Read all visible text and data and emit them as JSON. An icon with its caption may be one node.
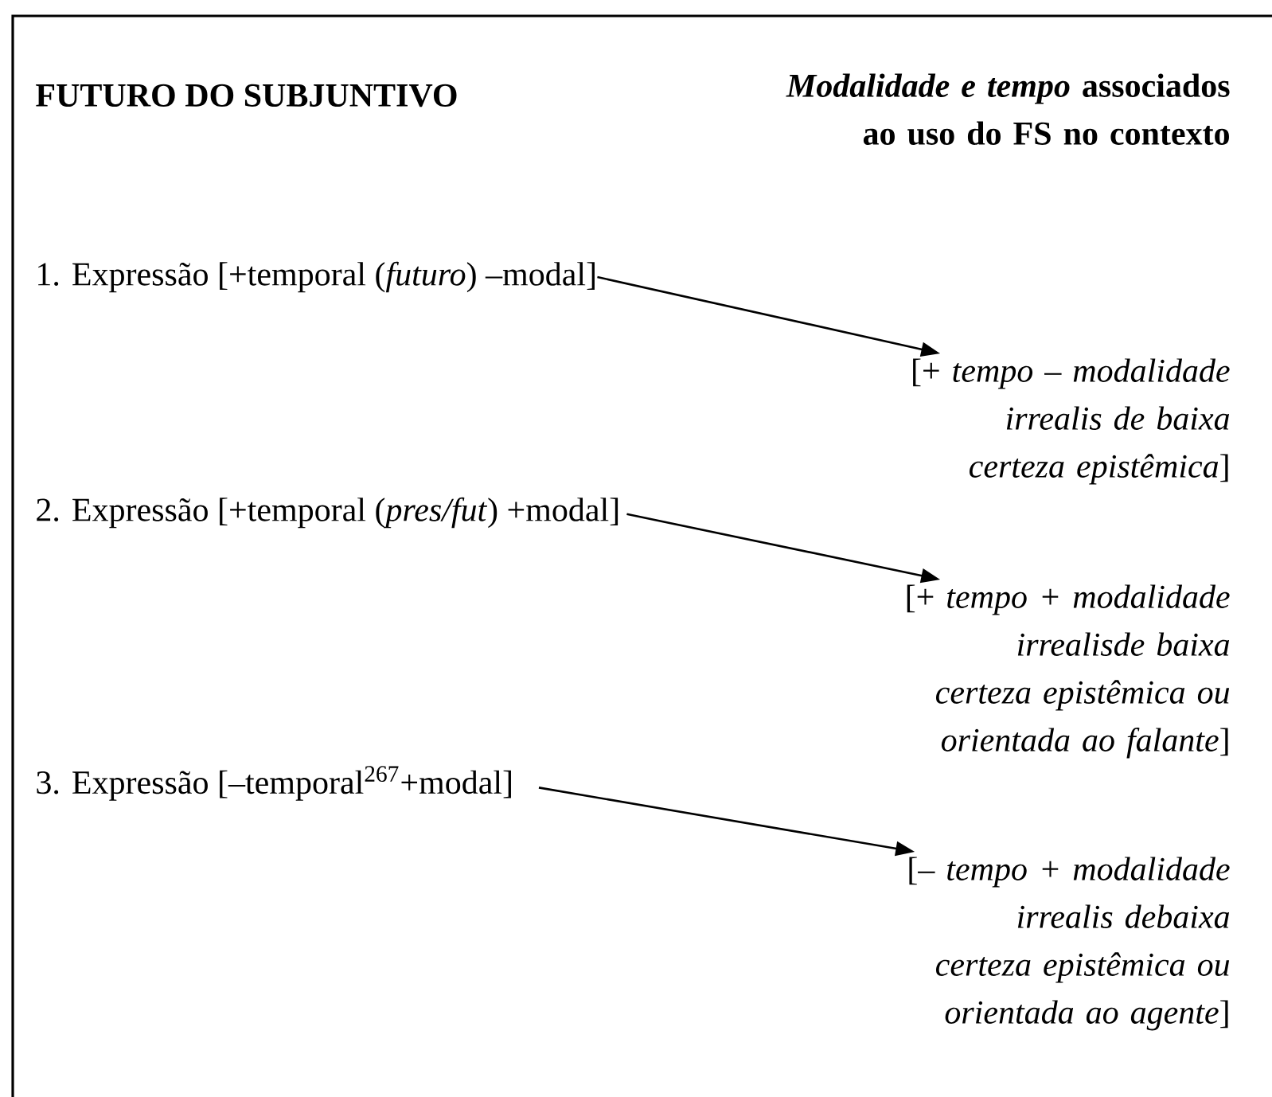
{
  "diagram": {
    "title": "FUTURO DO SUBJUNTIVO",
    "nodes": [
      {
        "text": [
          "1. Expressão [+temporal (*futuro*) –modal]"
        ]
      },
      {
        "text": [
          "[+ *tempo – modalidade irrealis de baixa certeza epistêmica*]"
        ]
      },
      {
        "text": [
          "2. Expressão [+temporal (*pres/fut*) +modal]"
        ]
      },
      {
        "text": [
          "[+ *tempo + modalidade irrealisde baixa certeza epistêmica ou orientada ao falante*]"
        ]
      },
      {
        "text": [
          "3. Expressão [–temporal$^{267}$+modal]"
        ]
      },
      {
        "text": [
          "[– *tempo + modalidade irrealis debaixa certeza epistêmica ou orientada ao agente*]"
        ]
      }
    ],
    "edges": [
      {
        "from": 0,
        "to": 1,
        "arrow": "to"
      },
      {
        "from": 2,
        "to": 3,
        "arrow": "to"
      },
      {
        "from": 4,
        "to": 5,
        "arrow": "to"
      }
    ],
    "labels": [
      "*Modalidade e tempo* associados ao uso do FS no contexto"
    ]
  }
}
